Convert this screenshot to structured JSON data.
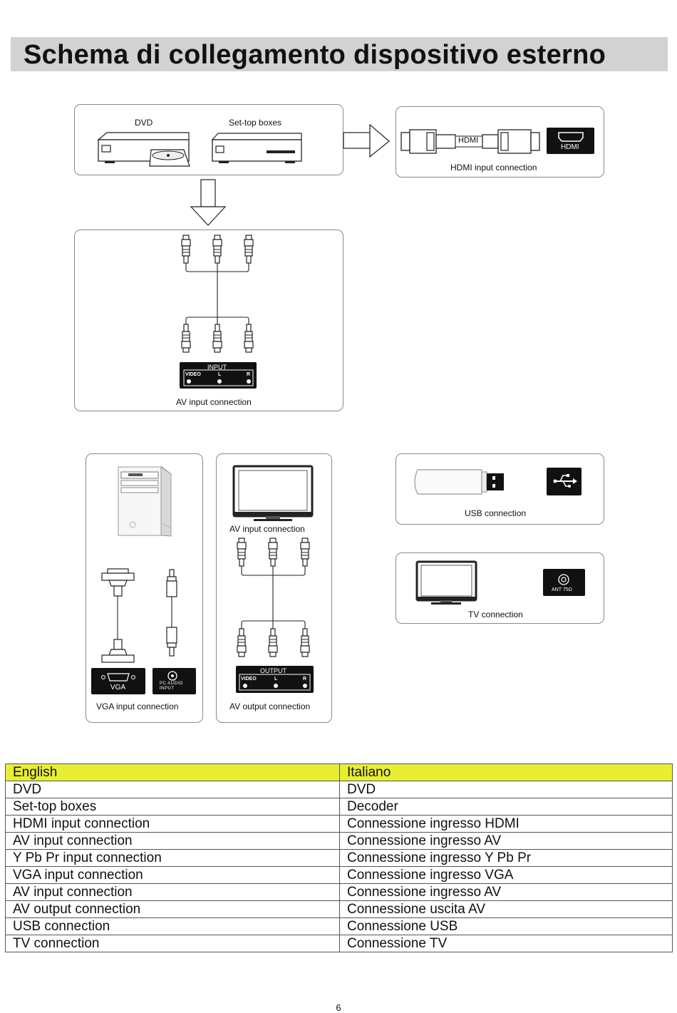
{
  "title": "Schema di collegamento dispositivo esterno",
  "diagrams": {
    "dvd_label": "DVD",
    "settop_label": "Set-top boxes",
    "hdmi_cable_label": "HDMI",
    "hdmi_port_label": "HDMI",
    "hdmi_caption": "HDMI input connection",
    "av_in_port_title": "INPUT",
    "av_in_ports": [
      "VIDEO",
      "L",
      "R"
    ],
    "av_in_caption": "AV input connection",
    "vga_port_label": "VGA",
    "pc_audio_label": "PC AUDIO INPUT",
    "vga_caption": "VGA input connection",
    "tv_av_in_label": "AV input connection",
    "av_out_port_title": "OUTPUT",
    "av_out_ports": [
      "VIDEO",
      "L",
      "R"
    ],
    "av_out_caption": "AV output connection",
    "usb_caption": "USB connection",
    "ant_label": "ANT 75Ω",
    "tv_caption": "TV connection"
  },
  "table": {
    "headers": [
      "English",
      "Italiano"
    ],
    "rows": [
      [
        "DVD",
        "DVD"
      ],
      [
        "Set-top boxes",
        "Decoder"
      ],
      [
        "HDMI input connection",
        "Connessione ingresso HDMI"
      ],
      [
        "AV input connection",
        "Connessione ingresso AV"
      ],
      [
        "Y Pb Pr input connection",
        "Connessione ingresso Y Pb Pr"
      ],
      [
        "VGA input connection",
        "Connessione ingresso VGA"
      ],
      [
        "AV input connection",
        "Connessione ingresso AV"
      ],
      [
        "AV output connection",
        "Connessione uscita AV"
      ],
      [
        "USB connection",
        "Connessione USB"
      ],
      [
        "TV connection",
        "Connessione TV"
      ]
    ]
  },
  "page_number": "6"
}
